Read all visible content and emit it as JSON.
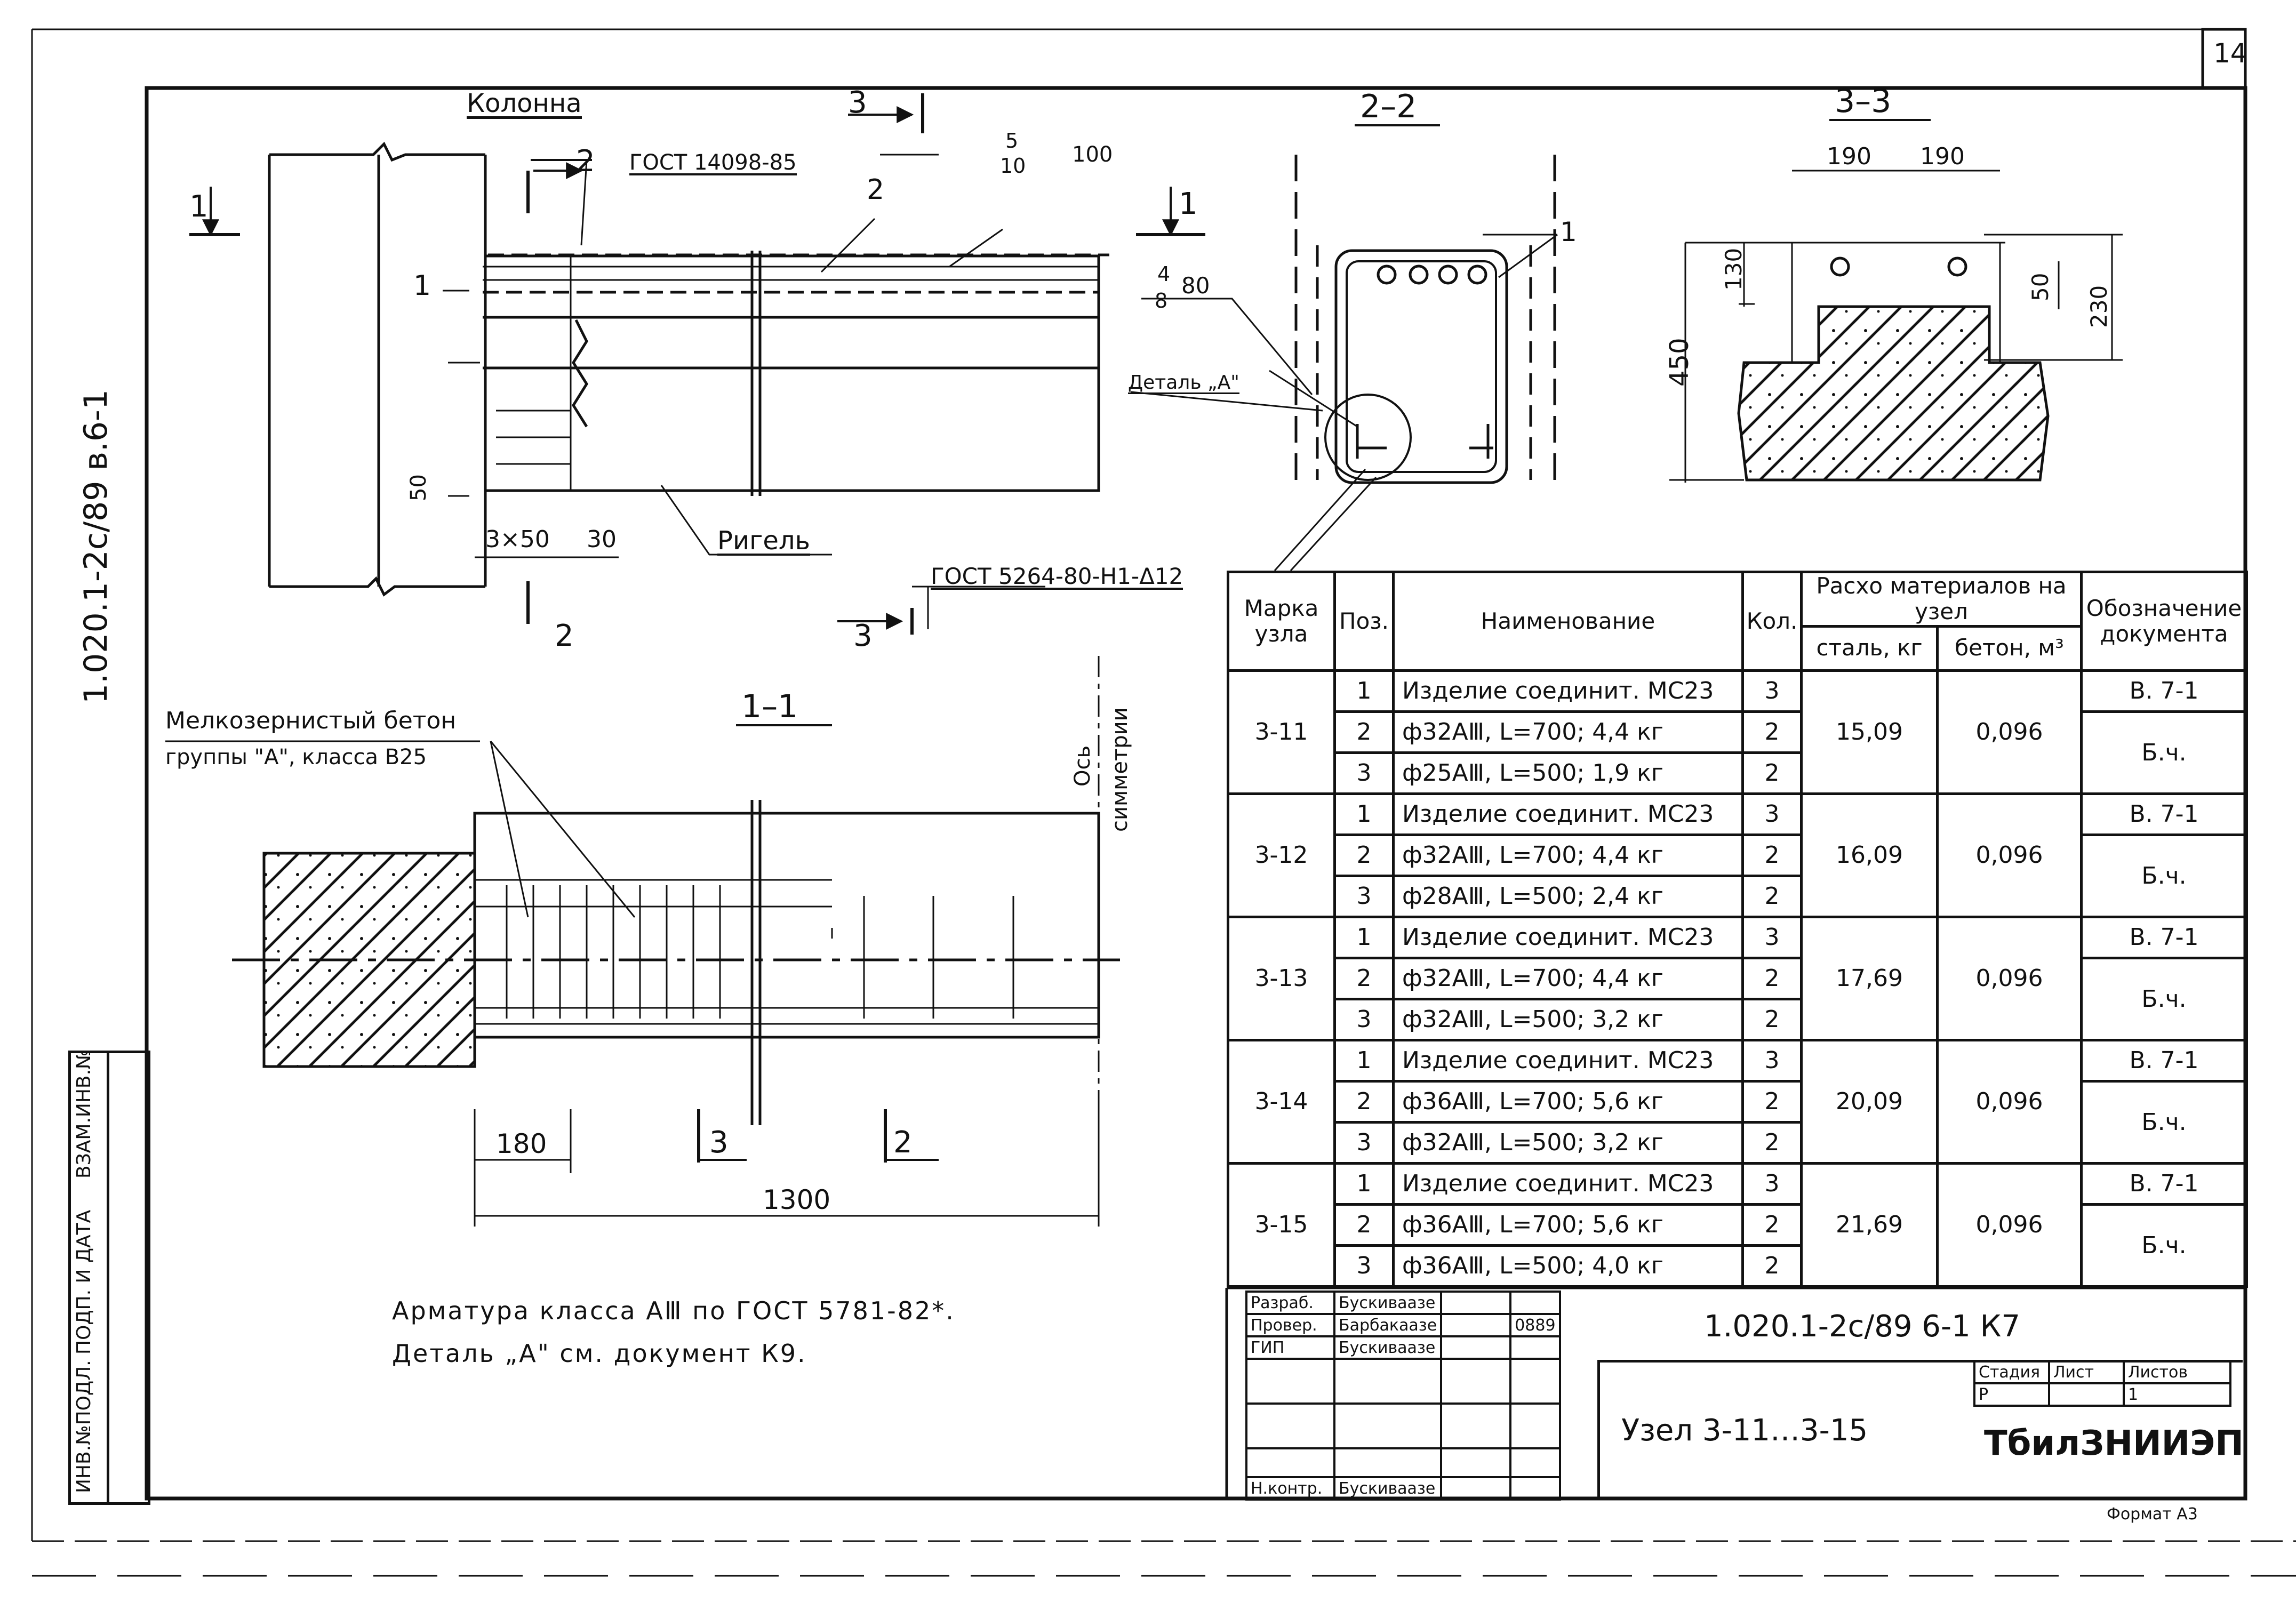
{
  "corner": {
    "page_num": "14"
  },
  "side": {
    "code": "1.020.1-2с/89 в.6-1"
  },
  "left_stamp": [
    "ИНВ.№ПОДЛ.",
    "ПОДП. И ДАТА",
    "ВЗАМ.ИНВ.№"
  ],
  "plan": {
    "kolonna": "Колонна",
    "gost1": "ГОСТ 14098-85",
    "rebar_top": "5",
    "rebar_bot": "10",
    "rebar_len": "100",
    "sec2_mark": "2",
    "sec3_mark": "3",
    "sec1_mark": "1",
    "pos1": "1",
    "pos2": "2",
    "dim_50": "50",
    "dim_3x50": "3×50",
    "dim_30": "30",
    "rigel": "Ригель",
    "gost2": "ГОСТ 5264-80-Н1-Δ12",
    "detail_a": "Деталь „А\""
  },
  "sec22": {
    "title": "2–2",
    "pos1": "1",
    "rebar_top": "4",
    "rebar_bot": "8",
    "rebar_len": "80"
  },
  "sec33": {
    "title": "3–3",
    "dim_190a": "190",
    "dim_190b": "190",
    "dim_130": "130",
    "dim_50": "50",
    "dim_230": "230",
    "dim_450": "450"
  },
  "sec11": {
    "title": "1–1",
    "concrete_line1": "Мелкозернистый бетон",
    "concrete_line2": "группы \"А\", класса В25",
    "axis_line1": "Ось",
    "axis_line2": "симметрии",
    "dim_180": "180",
    "dim_1300": "1300",
    "mark3": "3",
    "mark2": "2"
  },
  "notes": {
    "line1": "Арматура класса АⅢ по ГОСТ 5781-82*.",
    "line2": "Деталь „А\" см. документ К9."
  },
  "spec": {
    "headers": {
      "mark": "Марка узла",
      "pos": "Поз.",
      "name": "Наименование",
      "qty": "Кол.",
      "usage": "Расхо материалов на узел",
      "steel": "сталь, кг",
      "concrete": "бетон, м³",
      "doc": "Обозначение документа"
    },
    "groups": [
      {
        "mark": "3-11",
        "steel": "15,09",
        "concrete": "0,096",
        "doc1": "В. 7-1",
        "doc2": "Б.ч.",
        "rows": [
          {
            "pos": "1",
            "name": "Изделие соединит. МС23",
            "qty": "3"
          },
          {
            "pos": "2",
            "name": "ф32АⅢ, L=700; 4,4 кг",
            "qty": "2"
          },
          {
            "pos": "3",
            "name": "ф25АⅢ, L=500; 1,9 кг",
            "qty": "2"
          }
        ]
      },
      {
        "mark": "3-12",
        "steel": "16,09",
        "concrete": "0,096",
        "doc1": "В. 7-1",
        "doc2": "Б.ч.",
        "rows": [
          {
            "pos": "1",
            "name": "Изделие соединит. МС23",
            "qty": "3"
          },
          {
            "pos": "2",
            "name": "ф32АⅢ, L=700; 4,4 кг",
            "qty": "2"
          },
          {
            "pos": "3",
            "name": "ф28АⅢ, L=500; 2,4 кг",
            "qty": "2"
          }
        ]
      },
      {
        "mark": "3-13",
        "steel": "17,69",
        "concrete": "0,096",
        "doc1": "В. 7-1",
        "doc2": "Б.ч.",
        "rows": [
          {
            "pos": "1",
            "name": "Изделие соединит. МС23",
            "qty": "3"
          },
          {
            "pos": "2",
            "name": "ф32АⅢ, L=700; 4,4 кг",
            "qty": "2"
          },
          {
            "pos": "3",
            "name": "ф32АⅢ, L=500; 3,2 кг",
            "qty": "2"
          }
        ]
      },
      {
        "mark": "3-14",
        "steel": "20,09",
        "concrete": "0,096",
        "doc1": "В. 7-1",
        "doc2": "Б.ч.",
        "rows": [
          {
            "pos": "1",
            "name": "Изделие соединит. МС23",
            "qty": "3"
          },
          {
            "pos": "2",
            "name": "ф36АⅢ, L=700; 5,6 кг",
            "qty": "2"
          },
          {
            "pos": "3",
            "name": "ф32АⅢ, L=500; 3,2 кг",
            "qty": "2"
          }
        ]
      },
      {
        "mark": "3-15",
        "steel": "21,69",
        "concrete": "0,096",
        "doc1": "В. 7-1",
        "doc2": "Б.ч.",
        "rows": [
          {
            "pos": "1",
            "name": "Изделие соединит. МС23",
            "qty": "3"
          },
          {
            "pos": "2",
            "name": "ф36АⅢ, L=700; 5,6 кг",
            "qty": "2"
          },
          {
            "pos": "3",
            "name": "ф36АⅢ, L=500; 4,0 кг",
            "qty": "2"
          }
        ]
      }
    ]
  },
  "titleblock": {
    "razrab_label": "Разраб.",
    "razrab_name": "Бускиваазе",
    "prover_label": "Провер.",
    "prover_name": "Барбакаазе",
    "prover_date": "0889",
    "gip_label": "ГИП",
    "gip_name": "Бускиваазе",
    "nkontr_label": "Н.контр.",
    "nkontr_name": "Бускиваазе",
    "doc_code": "1.020.1-2с/89   6-1  К7",
    "title": "Узел  3-11…3-15",
    "stadiya_label": "Стадия",
    "list_label": "Лист",
    "listov_label": "Листов",
    "stadiya_value": "Р",
    "list_value": "1",
    "org": "ТбилЗНИИЭП",
    "format": "Формат А3"
  }
}
